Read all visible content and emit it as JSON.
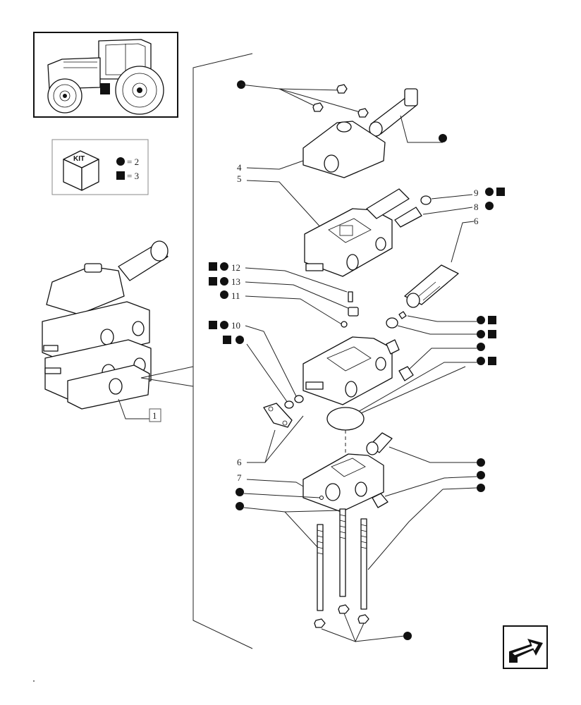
{
  "kit_box": {
    "kit_label": "KIT",
    "circle_qty": "= 2",
    "square_qty": "= 3"
  },
  "callouts": {
    "ref_1": "1",
    "ref_4": "4",
    "ref_5": "5",
    "ref_6_top": "6",
    "ref_6_bottom": "6",
    "ref_7": "7",
    "ref_8": "8",
    "ref_9": "9",
    "ref_10": "10",
    "ref_11": "11",
    "ref_12": "12",
    "ref_13": "13"
  },
  "icons": {
    "tractor": "tractor-thumbnail-icon",
    "cube": "kit-cube-icon",
    "circle_marker": "filled-circle-marker-icon",
    "square_marker": "filled-square-marker-icon",
    "nav": "next-page-arrow-icon"
  },
  "colors": {
    "ink": "#111111",
    "paper": "#ffffff"
  }
}
